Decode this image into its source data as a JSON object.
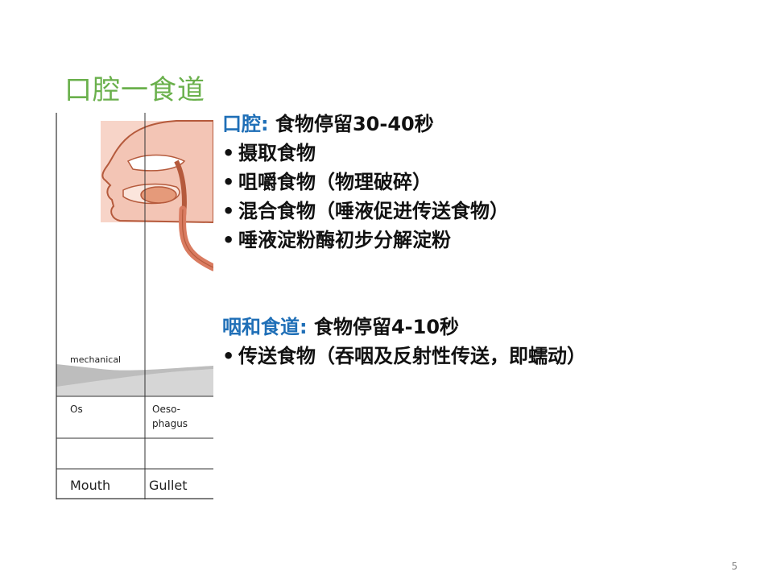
{
  "title": "口腔一食道",
  "figure": {
    "label_mechanical": "mechanical",
    "label_os": "Os",
    "label_oesophagus_1": "Oeso-",
    "label_oesophagus_2": "phagus",
    "label_mouth": "Mouth",
    "label_gullet": "Gullet"
  },
  "section_mouth": {
    "heading": "口腔:",
    "detail": " 食物停留30-40秒",
    "bullets": [
      "摄取食物",
      "咀嚼食物（物理破碎）",
      "混合食物（唾液促进传送食物）",
      "唾液淀粉酶初步分解淀粉"
    ]
  },
  "section_throat": {
    "heading": "咽和食道:",
    "detail": " 食物停留4-10秒",
    "bullets": [
      "传送食物（吞咽及反射性传送，即蠕动）"
    ]
  },
  "bullet_symbol": "•",
  "page_number": "5",
  "colors": {
    "title": "#6ab04c",
    "heading": "#1f6fb7",
    "table_line": "#333333"
  }
}
